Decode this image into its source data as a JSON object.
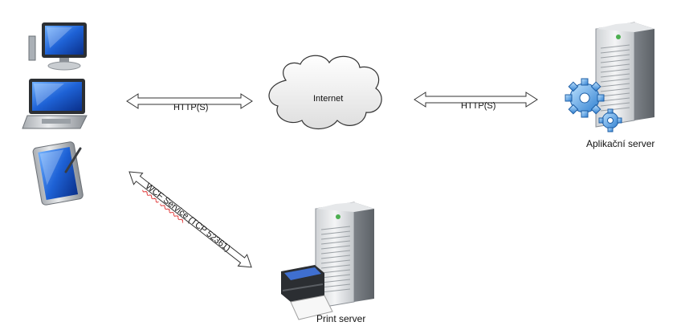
{
  "connections": {
    "client_to_internet": "HTTP(S)",
    "internet_to_app": "HTTP(S)",
    "client_to_print": "WCF Service (TCP 52361)",
    "client_to_print_parts": [
      "WCF",
      " ",
      "Service",
      " (TCP 52361)"
    ]
  },
  "nodes": {
    "internet": "Internet",
    "app_server": "Aplikační server",
    "print_server": "Print server"
  },
  "icons": {
    "clients": [
      "desktop-monitor-icon",
      "laptop-icon",
      "tablet-pc-icon"
    ],
    "internet": "cloud-icon",
    "app_server": "server-tower-with-gears-icon",
    "print_server": "server-tower-with-printer-icon"
  },
  "colors": {
    "screen_blue": "#1e62d6",
    "arrow_stroke": "#333333",
    "cloud_fill": "#f0f0f0",
    "server_body": "#dcdcdc",
    "spellcheck_underline": "#e03030"
  }
}
